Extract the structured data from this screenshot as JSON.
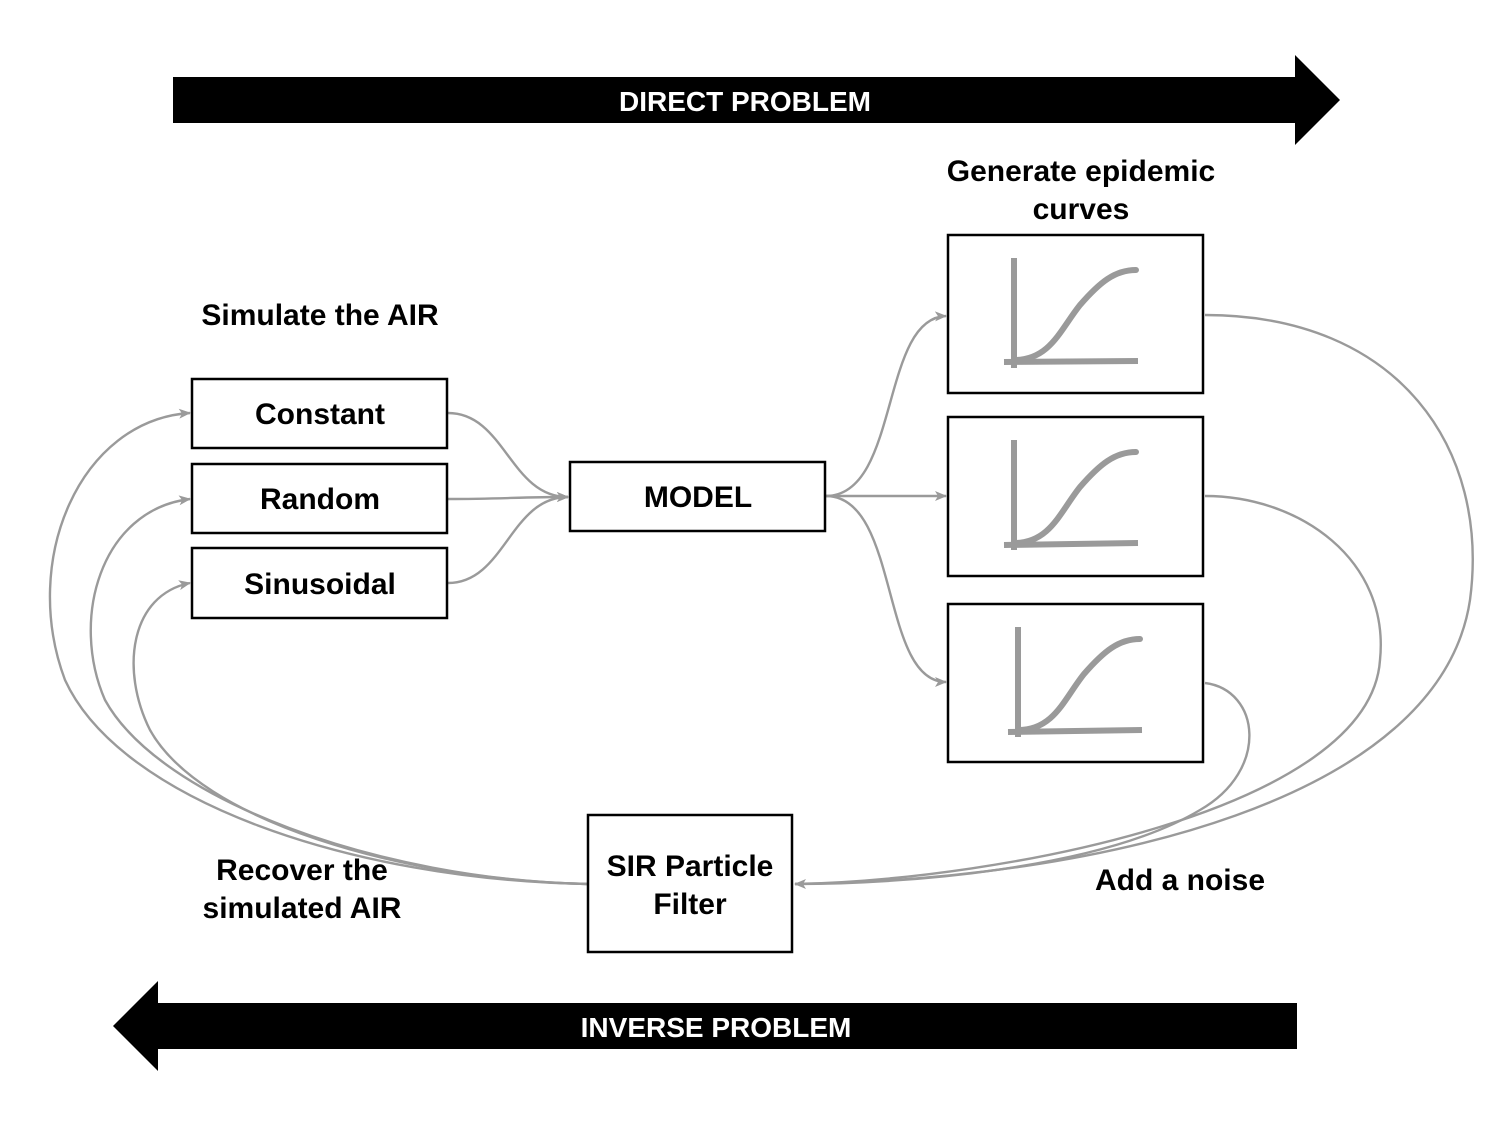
{
  "banners": {
    "direct": "DIRECT PROBLEM",
    "inverse": "INVERSE PROBLEM"
  },
  "labels": {
    "simulate": "Simulate the AIR",
    "generate_line1": "Generate epidemic",
    "generate_line2": "curves",
    "recover_line1": "Recover the",
    "recover_line2": "simulated AIR",
    "add_noise": "Add a noise"
  },
  "boxes": {
    "constant": "Constant",
    "random": "Random",
    "sinusoidal": "Sinusoidal",
    "model": "MODEL",
    "filter_line1": "SIR Particle",
    "filter_line2": "Filter"
  },
  "icons": {
    "curve_thumbnail": "sigmoid-curve-icon",
    "arrow": "arrow-icon"
  },
  "colors": {
    "banner": "#000000",
    "banner_text": "#ffffff",
    "flow_line": "#9a9a9a",
    "box_border": "#000000"
  }
}
